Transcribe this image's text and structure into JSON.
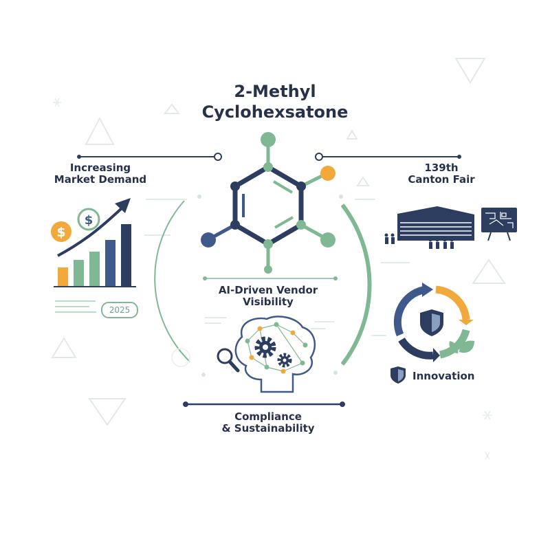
{
  "title": [
    "2-Methyl",
    "Cyclohexsatone"
  ],
  "market": {
    "label": [
      "Increasing",
      "Market Demand"
    ],
    "year": "2025"
  },
  "fair": {
    "label": [
      "139th",
      "Canton Fair"
    ]
  },
  "ai": {
    "label": [
      "AI-Driven Vendor",
      "Visibility"
    ]
  },
  "compliance": {
    "label": [
      "Compliance",
      "& Sustainability"
    ]
  },
  "innovation": {
    "label": "Innovation"
  },
  "colors": {
    "navy": "#2d3d5f",
    "green": "#7fb893",
    "orange": "#f2a93b",
    "blue": "#3f5a8a"
  },
  "icons": [
    "hexagon-molecule-icon",
    "bar-chart-growth-icon",
    "dollar-coin-icon",
    "building-icon",
    "floor-plan-board-icon",
    "brain-network-icon",
    "gear-icon",
    "magnifier-icon",
    "cycle-arrows-icon",
    "shield-icon",
    "leaf-icon"
  ]
}
